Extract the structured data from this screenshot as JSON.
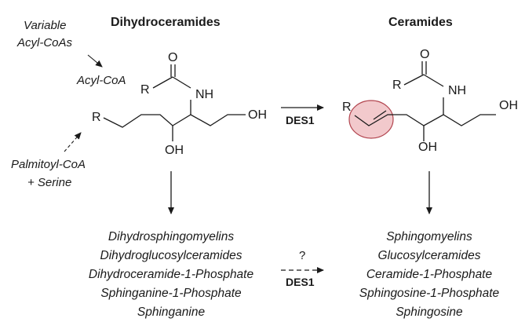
{
  "headings": {
    "left": "Dihydroceramides",
    "right": "Ceramides"
  },
  "inputs": {
    "variable_acyl_line1": "Variable",
    "variable_acyl_line2": "Acyl-CoAs",
    "acyl_coa": "Acyl-CoA",
    "palmitoyl_line1": "Palmitoyl-CoA",
    "palmitoyl_line2": "+ Serine"
  },
  "structure_labels": {
    "oxygen": "O",
    "r_group": "R",
    "nh": "NH",
    "oh": "OH"
  },
  "enzyme": {
    "top": "DES1",
    "bottom": "DES1",
    "unknown": "?"
  },
  "left_products": [
    "Dihydrosphingomyelins",
    "Dihydroglucosylceramides",
    "Dihydroceramide-1-Phosphate",
    "Sphinganine-1-Phosphate",
    "Sphinganine"
  ],
  "right_products": [
    "Sphingomyelins",
    "Glucosylceramides",
    "Ceramide-1-Phosphate",
    "Sphingosine-1-Phosphate",
    "Sphingosine"
  ],
  "colors": {
    "line": "#1a1a1a",
    "highlight_fill": "#f2c9cc",
    "highlight_stroke": "#b2454f"
  }
}
